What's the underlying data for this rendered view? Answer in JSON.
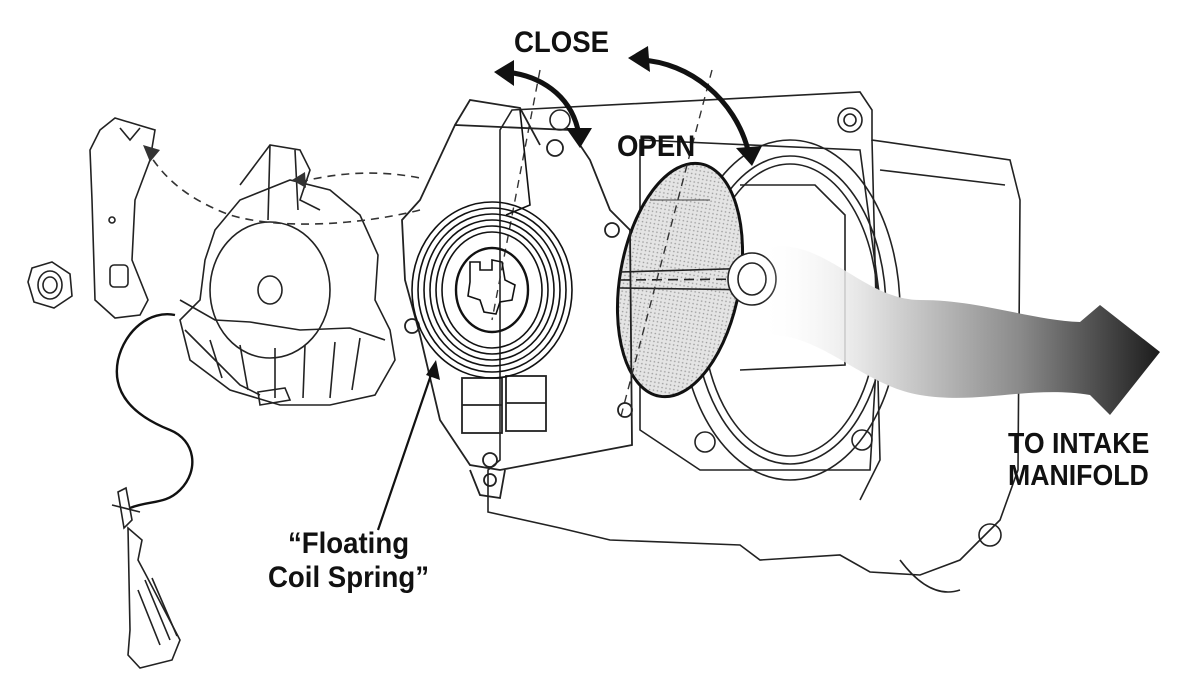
{
  "labels": {
    "close": "CLOSE",
    "open": "OPEN",
    "intake_line1": "TO INTAKE",
    "intake_line2": "MANIFOLD",
    "spring_line1": "“Floating",
    "spring_line2": "Coil Spring”"
  },
  "colors": {
    "ink": "#111111",
    "flow_dark": "#2a2a2a",
    "flow_light": "#d9d9d9",
    "plate_shade": "#cfcfcf",
    "background": "#ffffff"
  },
  "icons": {
    "flow_arrow": "intake-flow-arrow-icon",
    "rotation_arrow": "curved-double-arrow-icon",
    "pointer_arrow": "callout-pointer-arrow-icon"
  }
}
